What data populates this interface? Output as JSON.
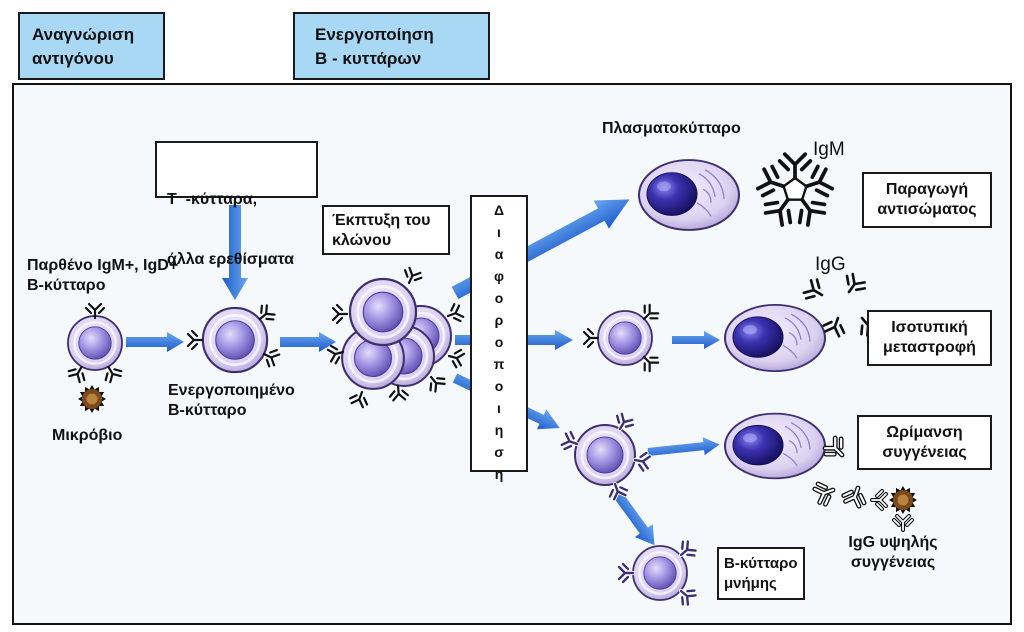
{
  "headers": [
    {
      "lines": [
        "Αναγνώριση",
        "αντιγόνου"
      ]
    },
    {
      "lines": [
        "Ενεργοποίηση",
        "Β - κυττάρων"
      ]
    }
  ],
  "labels": {
    "t_cells": [
      "Τ  -κύτταρα,",
      "άλλα ερεθίσματα"
    ],
    "naive_b_cell": [
      "Παρθένο IgM+, IgD+",
      "Β-κύτταρο"
    ],
    "microbe": "Μικρόβιο",
    "activated_b_cell": [
      "Ενεργοποιημένο",
      "Β-κύτταρο"
    ],
    "clonal_expansion": [
      "Έκπτυξη του",
      "κλώνου"
    ],
    "differentiation": "Διαφοροποιηση",
    "plasma_cell": "Πλασματοκύτταρο",
    "igm": "IgM",
    "igg": "IgG",
    "antibody_production": [
      "Παραγωγή",
      "αντισώματος"
    ],
    "isotype_switching": [
      "Ισοτυπική",
      "μεταστροφή"
    ],
    "affinity_maturation": [
      "Ωρίμανση",
      "συγγένειας"
    ],
    "high_affinity_igg": [
      "IgG υψηλής",
      "συγγένειας"
    ],
    "memory_b_cell": [
      "Β-κύτταρο",
      "μνήμης"
    ]
  },
  "colors": {
    "header_fill": "#a9d8f4",
    "panel_bg": "#f6f9fb",
    "arrow_light": "#6aa8f2",
    "arrow_dark": "#1e5cc8",
    "cell": "#dcd2f0",
    "nucleus": "#7a6cd0",
    "plasma_nucleus": "#2e2899",
    "microbe": "#7b4a1c"
  }
}
